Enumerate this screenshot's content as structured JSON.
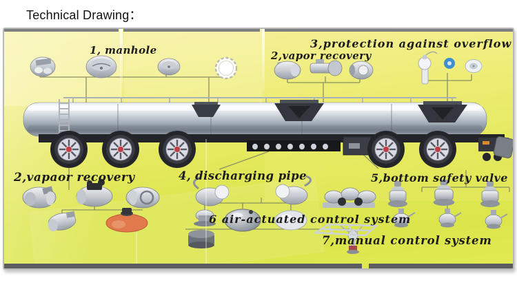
{
  "title": "Technical Drawing：",
  "figure": {
    "labels": [
      {
        "id": "manhole",
        "text": "1, manhole"
      },
      {
        "id": "vapor-recovery-top",
        "text": "2,vapor recovery"
      },
      {
        "id": "protection-against-overflow",
        "text": "3,protection against overflow"
      },
      {
        "id": "vapaor-recovery-bottom",
        "text": "2,vapaor recovery"
      },
      {
        "id": "discharging-pipe",
        "text": "4, discharging pipe"
      },
      {
        "id": "bottom-safety-valve",
        "text": "5,bottom safety valve"
      },
      {
        "id": "air-actuated-control-system",
        "text": "6 air-actuated control system"
      },
      {
        "id": "manual-control-system",
        "text": "7,manual control system"
      }
    ],
    "colors": {
      "background_yellow": "#e0e84f",
      "background_pale": "#f6f2a4",
      "tank_silver": "#b9c2cc",
      "chassis_dark": "#23242a",
      "valve_orange": "#e1794d",
      "float_disc_blue": "#3e8ed0",
      "label_text": "#1c1c1c"
    }
  }
}
